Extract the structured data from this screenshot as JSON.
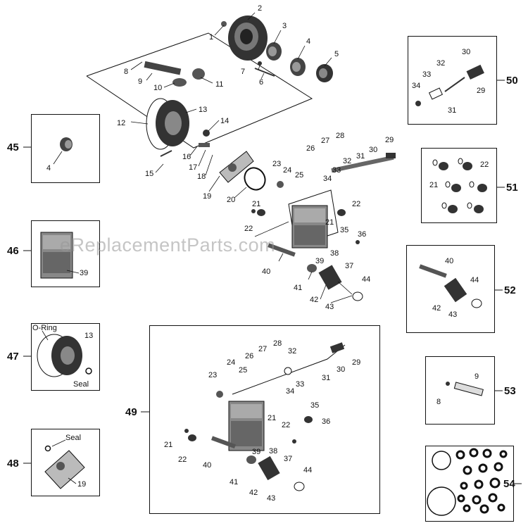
{
  "watermark": "eReplacementParts.com",
  "callouts": [
    "1",
    "2",
    "3",
    "4",
    "5",
    "6",
    "7",
    "8",
    "9",
    "10",
    "11",
    "12",
    "13",
    "14",
    "15",
    "16",
    "17",
    "18",
    "19",
    "20",
    "21",
    "22",
    "23",
    "24",
    "25",
    "26",
    "27",
    "28",
    "29",
    "30",
    "31",
    "32",
    "33",
    "34",
    "35",
    "36",
    "37",
    "38",
    "39",
    "40",
    "41",
    "42",
    "43",
    "44"
  ],
  "kits": {
    "k45": {
      "number": "45",
      "parts": [
        "4"
      ]
    },
    "k46": {
      "number": "46",
      "parts": [
        "39"
      ]
    },
    "k47": {
      "number": "47",
      "parts": [
        "13"
      ],
      "labels": [
        "O-Ring",
        "Seal"
      ]
    },
    "k48": {
      "number": "48",
      "parts": [
        "19"
      ],
      "labels": [
        "Seal"
      ]
    },
    "k49": {
      "number": "49",
      "parts": [
        "21",
        "22",
        "23",
        "24",
        "25",
        "26",
        "27",
        "28",
        "29",
        "30",
        "31",
        "32",
        "33",
        "34",
        "35",
        "36",
        "37",
        "38",
        "39",
        "40",
        "41",
        "42",
        "43",
        "44"
      ]
    },
    "k50": {
      "number": "50",
      "parts": [
        "29",
        "30",
        "31",
        "32",
        "33",
        "34"
      ]
    },
    "k51": {
      "number": "51",
      "parts": [
        "21",
        "22"
      ]
    },
    "k52": {
      "number": "52",
      "parts": [
        "40",
        "42",
        "43",
        "44"
      ]
    },
    "k53": {
      "number": "53",
      "parts": [
        "8",
        "9"
      ]
    },
    "k54": {
      "number": "54",
      "parts": []
    }
  }
}
